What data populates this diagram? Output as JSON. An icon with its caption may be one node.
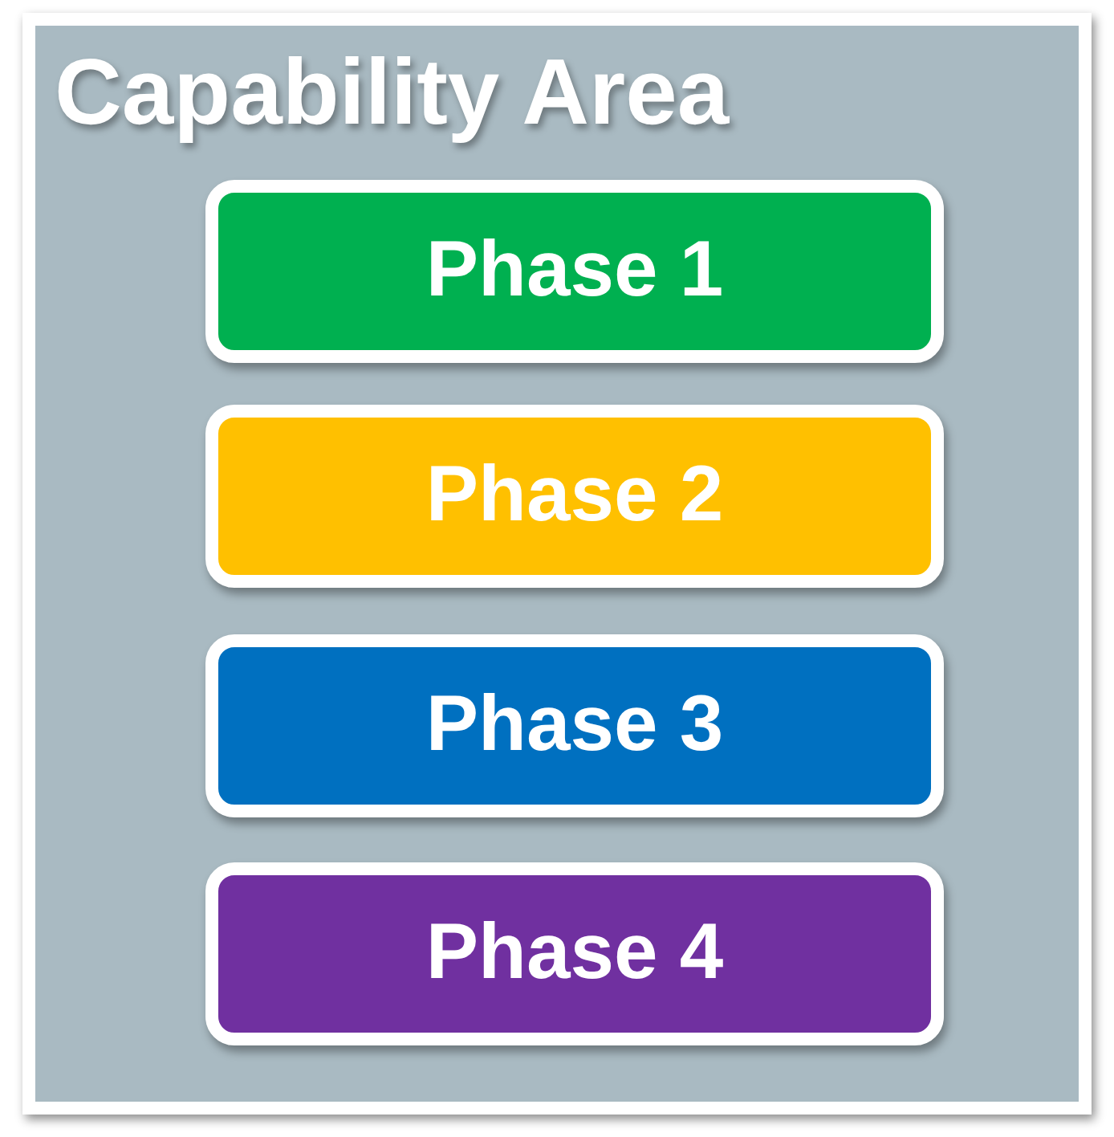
{
  "diagram": {
    "nodes": [
      {
        "text": [
          "Capability Area"
        ]
      },
      {
        "text": [
          "Phase 1"
        ],
        "in": 0
      },
      {
        "text": [
          "Phase 2"
        ],
        "in": 0
      },
      {
        "text": [
          "Phase 3"
        ],
        "in": 0
      },
      {
        "text": [
          "Phase 4"
        ],
        "in": 0
      }
    ]
  }
}
